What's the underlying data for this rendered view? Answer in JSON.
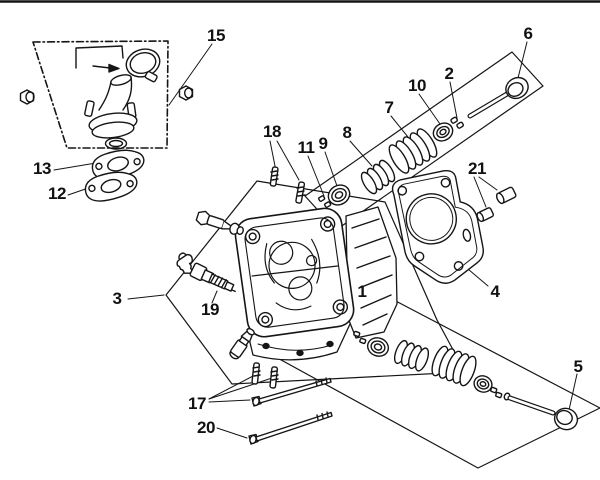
{
  "figure": {
    "kind": "exploded parts diagram",
    "ink_color": "#151515",
    "background_color": "#ffffff"
  },
  "callouts": [
    "1",
    "2",
    "3",
    "4",
    "5",
    "6",
    "7",
    "8",
    "9",
    "10",
    "11",
    "12",
    "13",
    "15",
    "17",
    "18",
    "19",
    "20",
    "21"
  ]
}
